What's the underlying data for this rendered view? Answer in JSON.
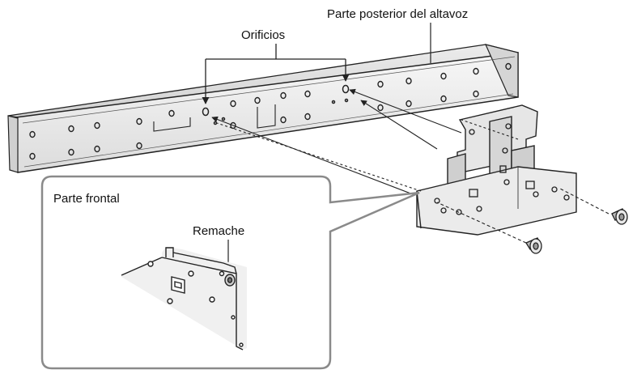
{
  "labels": {
    "speaker_back": "Parte posterior del altavoz",
    "holes": "Orificios",
    "front": "Parte frontal",
    "rivet": "Remache"
  }
}
